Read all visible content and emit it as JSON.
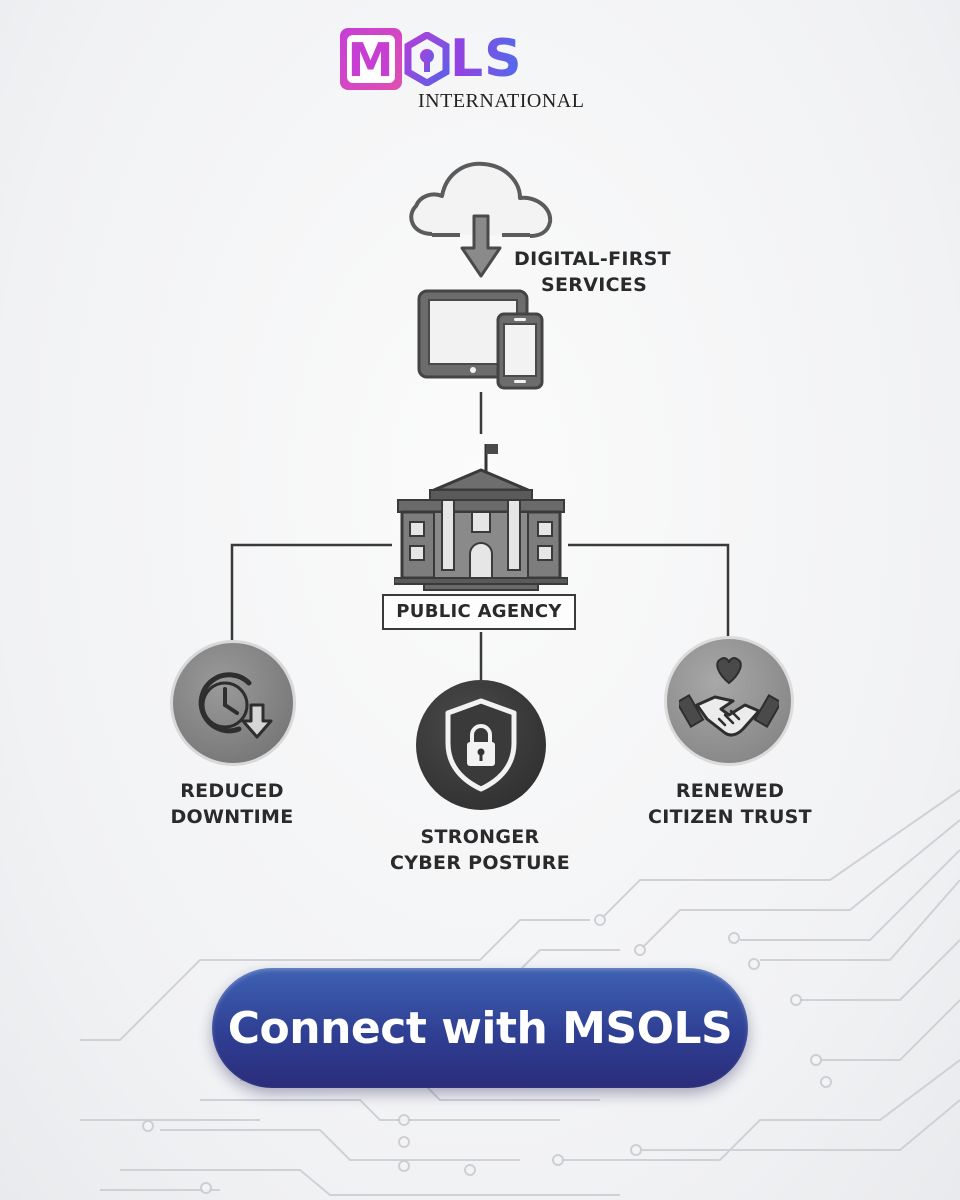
{
  "logo": {
    "m_letter": "M",
    "text": "LS",
    "sub": "INTERNATIONAL"
  },
  "diagram": {
    "services_label": [
      "DIGITAL-FIRST",
      "SERVICES"
    ],
    "center_label": "PUBLIC AGENCY",
    "outcomes": [
      {
        "lines": [
          "REDUCED",
          "DOWNTIME"
        ],
        "icon": "clock-download-icon"
      },
      {
        "lines": [
          "STRONGER",
          "CYBER POSTURE"
        ],
        "icon": "shield-lock-icon"
      },
      {
        "lines": [
          "RENEWED",
          "CITIZEN TRUST"
        ],
        "icon": "handshake-heart-icon"
      }
    ]
  },
  "cta": {
    "label": "Connect with MSOLS"
  },
  "colors": {
    "accent_pink": "#c63fd6",
    "accent_blue": "#4f6bec",
    "cta_blue": "#2f3f93",
    "icon_gray": "#555555"
  }
}
